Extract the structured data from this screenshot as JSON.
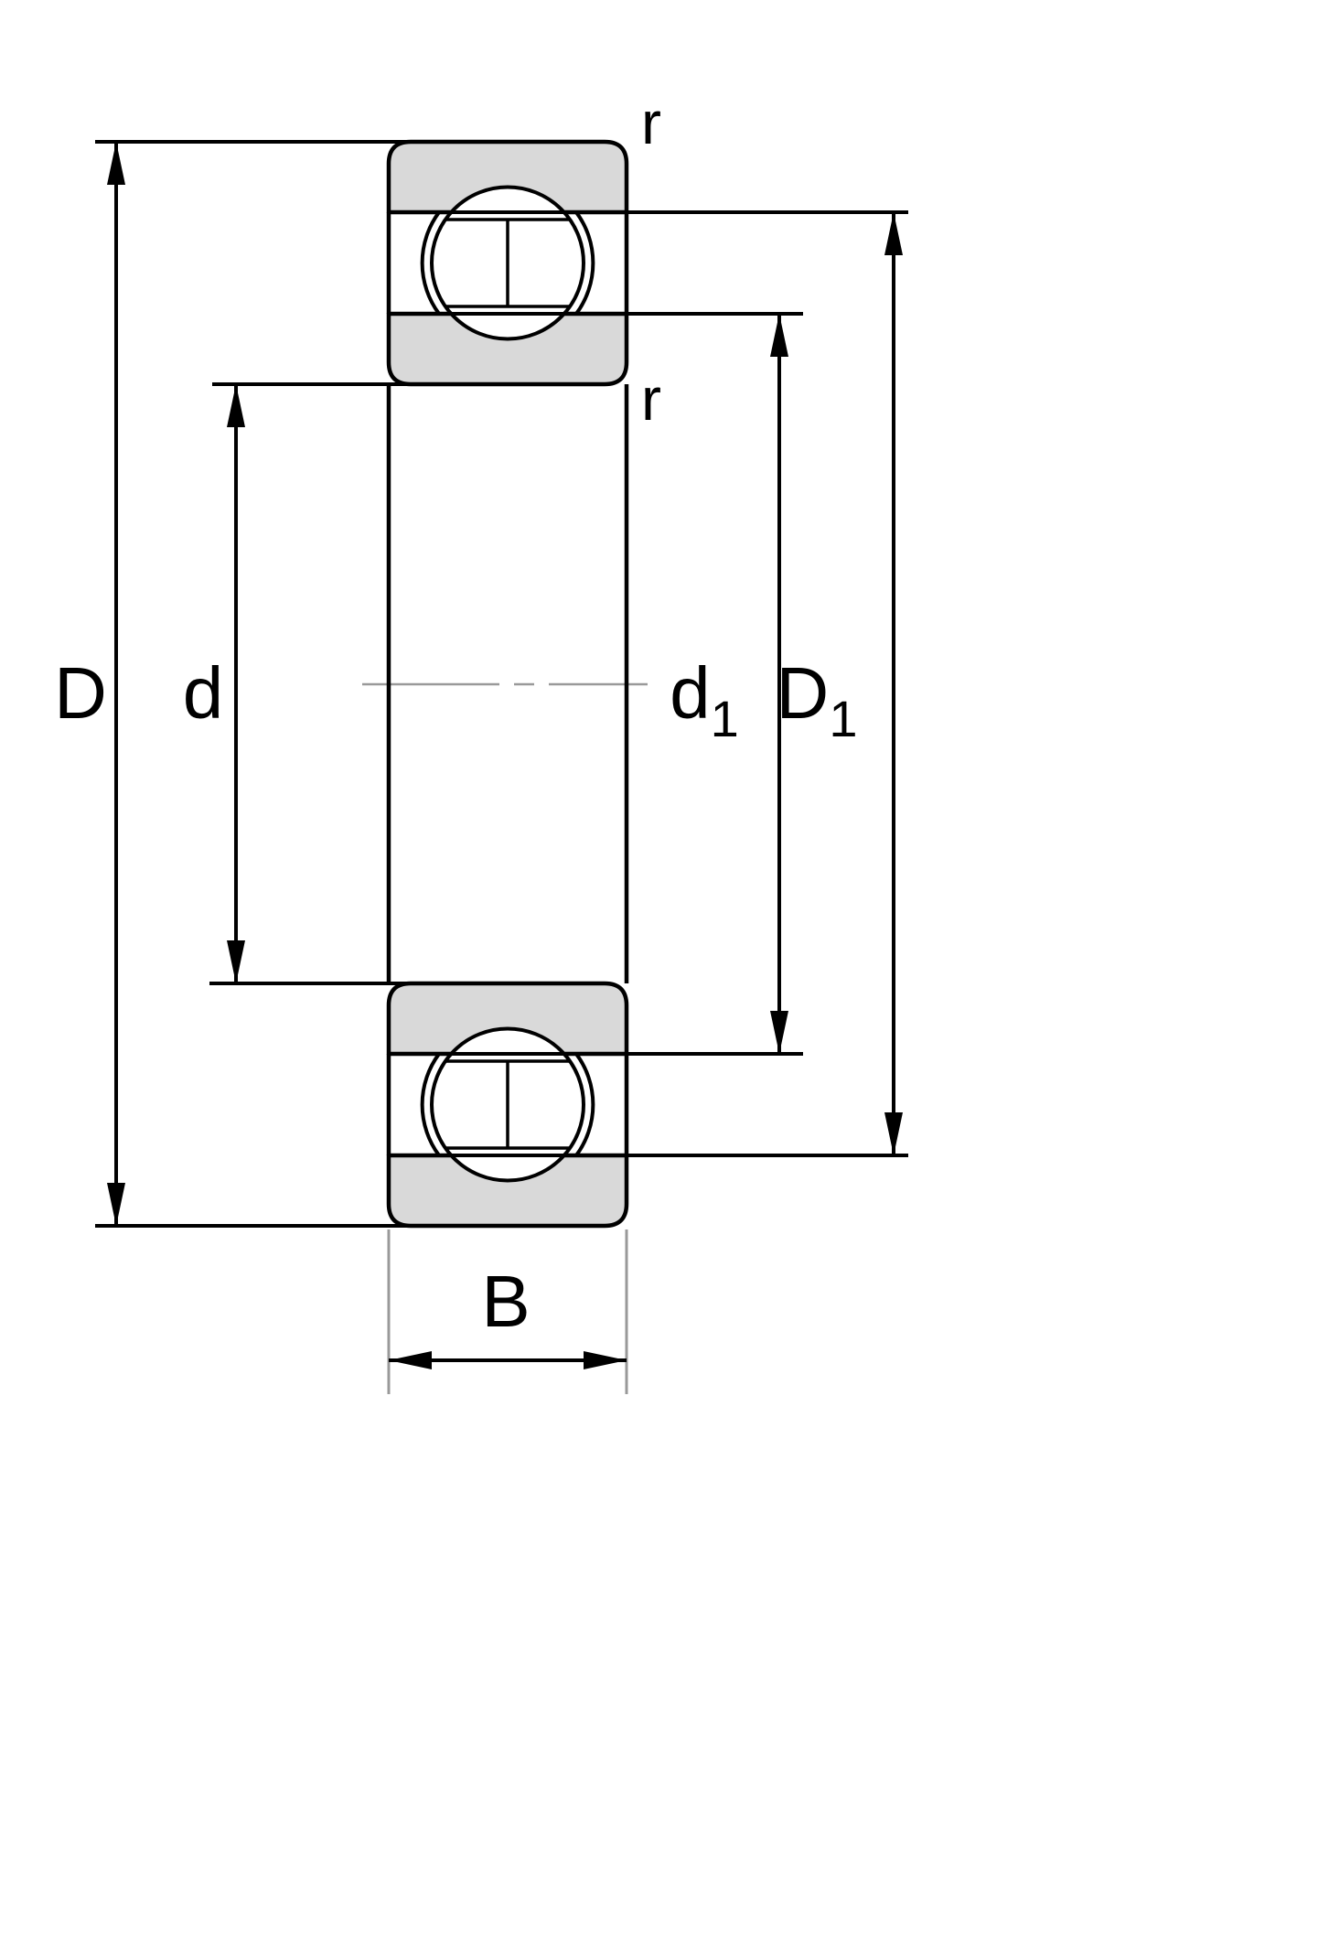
{
  "diagram": {
    "type": "technical-drawing",
    "subject": "Deep groove ball bearing cross-section with dimension annotations"
  },
  "labels": {
    "outer_diameter": "D",
    "bore_diameter": "d",
    "inner_ring_shoulder": {
      "main": "d",
      "sub": "1"
    },
    "outer_ring_shoulder": {
      "main": "D",
      "sub": "1"
    },
    "width": "B",
    "chamfer_top": "r",
    "chamfer_inner": "r"
  },
  "colors": {
    "background": "#ffffff",
    "line": "#000000",
    "ring_fill": "#d9d9d9",
    "centerline": "#999999",
    "extension_line_gray": "#999999"
  }
}
